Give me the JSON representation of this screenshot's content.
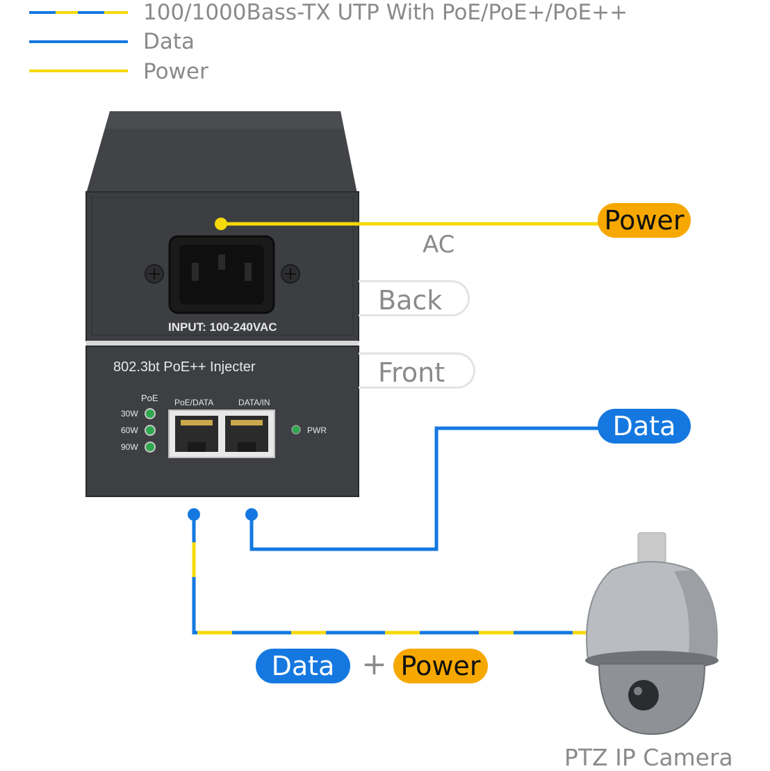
{
  "legend": {
    "utp_label": "100/1000Bass-TX UTP With PoE/PoE+/PoE++",
    "data_label": "Data",
    "power_label": "Power"
  },
  "colors": {
    "data_blue": "#1578e0",
    "power_yellow": "#f5d90a",
    "badge_orange": "#f7a800",
    "device_body": "#3f4144"
  },
  "device": {
    "back_panel": {
      "input_label": "INPUT: 100-240VAC"
    },
    "front_panel": {
      "model_label": "802.3bt PoE++ Injecter",
      "poe_heading": "PoE",
      "led_labels": [
        "30W",
        "60W",
        "90W"
      ],
      "port_poe_data_label": "PoE/DATA",
      "port_data_in_label": "DATA/IN",
      "pwr_label": "PWR"
    }
  },
  "callouts": {
    "power_badge": "Power",
    "ac_label": "AC",
    "back_label": "Back",
    "front_label": "Front",
    "data_badge": "Data",
    "combo_data": "Data",
    "combo_plus": "+",
    "combo_power": "Power"
  },
  "camera": {
    "label": "PTZ IP Camera"
  }
}
